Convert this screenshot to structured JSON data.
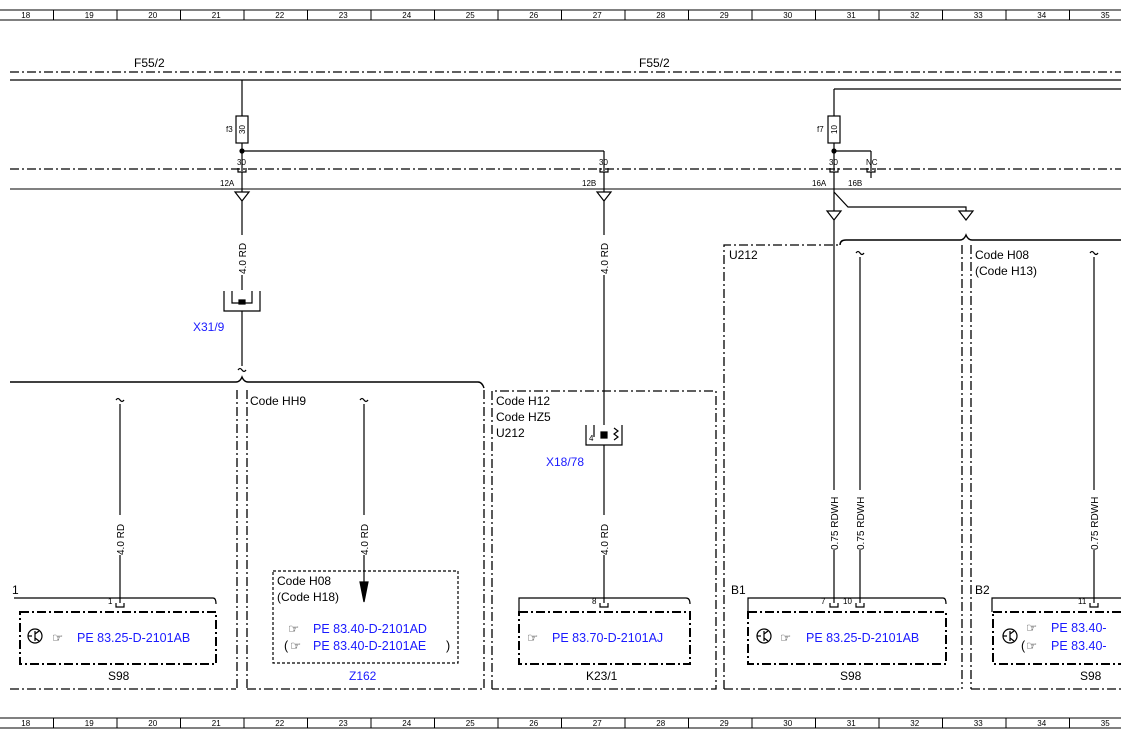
{
  "colors": {
    "line": "#000000",
    "link": "#1a1aff",
    "background": "#ffffff"
  },
  "ruler": {
    "columns": [
      "18",
      "19",
      "20",
      "21",
      "22",
      "23",
      "24",
      "25",
      "26",
      "27",
      "28",
      "29",
      "30",
      "31",
      "32",
      "33",
      "34",
      "35"
    ]
  },
  "buses": {
    "left": "F55/2",
    "right": "F55/2"
  },
  "fuses": {
    "f3": {
      "name": "f3",
      "rating": "30"
    },
    "f7": {
      "name": "f7",
      "rating": "10"
    }
  },
  "pins": {
    "p30_left": "30",
    "p30_mid": "30",
    "p30_right": "30",
    "pNC": "NC",
    "p12A": "12A",
    "p12B": "12B",
    "p16A": "16A",
    "p16B": "16B"
  },
  "wires": {
    "w_left_top": "4.0 RD",
    "w_mid_top": "4.0 RD",
    "w_s98_left": "4.0 RD",
    "w_z162": "4.0 RD",
    "w_k23": "4.0 RD",
    "w_u212_a": "0.75 RDWH",
    "w_u212_b": "0.75 RDWH",
    "w_right": "0.75 RDWH"
  },
  "connectors": {
    "x31": {
      "label": "X31/9"
    },
    "x18": {
      "label": "X18/78",
      "pin": "4"
    }
  },
  "zones": {
    "hh9": "Code HH9",
    "h12": "Code H12",
    "hz5": "Code HZ5",
    "u212_mid": "U212",
    "u212_right": "U212",
    "h08_right": "Code H08",
    "h13_right": "(Code H13)"
  },
  "components": {
    "s98_left": {
      "name": "S98",
      "edge": "1",
      "pin": "1",
      "ref": "PE 83.25-D-2101AB"
    },
    "z162": {
      "name": "Z162",
      "code": "Code H08",
      "code_alt": "(Code H18)",
      "ref": "PE 83.40-D-2101AD",
      "ref_alt": "PE 83.40-D-2101AE",
      "paren_open": "(",
      "paren_close": ")"
    },
    "k23": {
      "name": "K23/1",
      "pin": "8",
      "ref": "PE 83.70-D-2101AJ"
    },
    "s98_b1": {
      "name": "S98",
      "edge": "B1",
      "pin_a": "7",
      "pin_b": "10",
      "ref": "PE 83.25-D-2101AB"
    },
    "s98_b2": {
      "name": "S98",
      "edge": "B2",
      "pin": "11",
      "ref": "PE 83.40-",
      "ref_alt": "PE 83.40-",
      "paren_open": "("
    }
  }
}
